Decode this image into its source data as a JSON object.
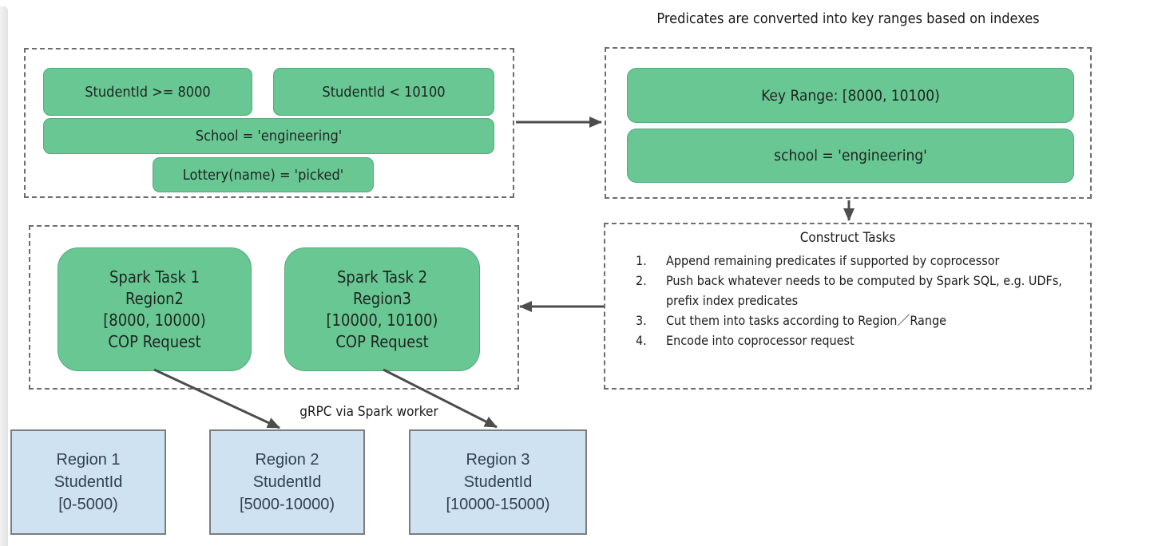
{
  "title": "Predicates are converted into key ranges based on indexes",
  "colors": {
    "green_fill": "#69c794",
    "green_border": "#57a87e",
    "blue_fill": "#cfe2f2",
    "blue_border": "#7d7d7d",
    "dashed_border": "#6d6d6d",
    "arrow": "#4d4d4d",
    "text": "#1c1c1c",
    "region_text": "#33414e"
  },
  "predicates_box": {
    "items": [
      "StudentId >= 8000",
      "StudentId < 10100",
      "School = 'engineering'",
      "Lottery(name) = 'picked'"
    ]
  },
  "key_range_box": {
    "items": [
      "Key Range: [8000, 10100)",
      "school = 'engineering'"
    ]
  },
  "construct_tasks": {
    "title": "Construct Tasks",
    "items": [
      {
        "num": "1.",
        "text": "Append remaining predicates if supported by coprocessor"
      },
      {
        "num": "2.",
        "text": "Push back whatever needs to be computed by Spark SQL, e.g. UDFs, prefix index predicates"
      },
      {
        "num": "3.",
        "text": "Cut them into tasks according to Region／Range"
      },
      {
        "num": "4.",
        "text": "Encode into coprocessor request"
      }
    ]
  },
  "spark_tasks": [
    {
      "lines": [
        "Spark Task 1",
        "Region2",
        "[8000, 10000)",
        "COP Request"
      ]
    },
    {
      "lines": [
        "Spark Task 2",
        "Region3",
        "[10000, 10100)",
        "COP Request"
      ]
    }
  ],
  "grpc_label": "gRPC via Spark worker",
  "regions": [
    {
      "lines": [
        "Region 1",
        "StudentId",
        "[0-5000)"
      ]
    },
    {
      "lines": [
        "Region 2",
        "StudentId",
        "[5000-10000)"
      ]
    },
    {
      "lines": [
        "Region 3",
        "StudentId",
        "[10000-15000)"
      ]
    }
  ]
}
